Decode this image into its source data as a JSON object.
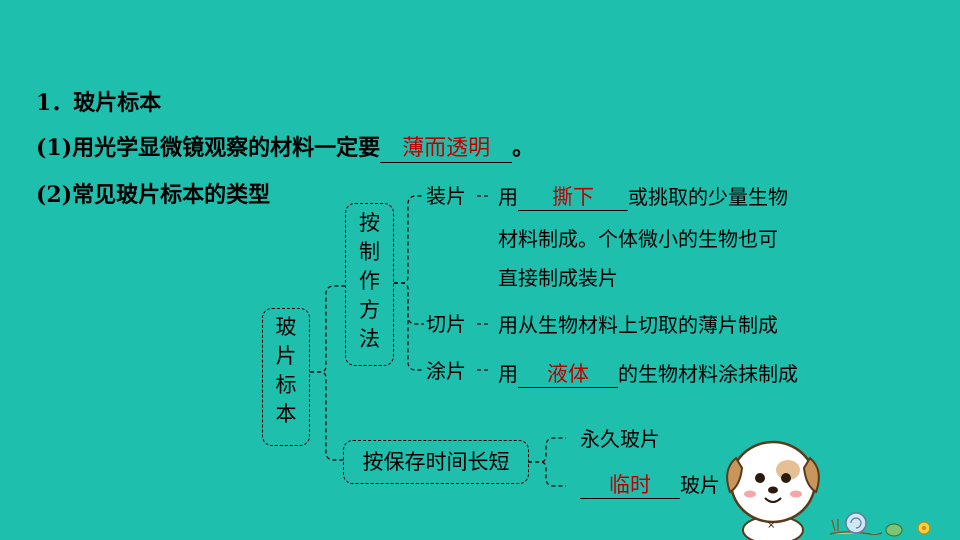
{
  "heading": "1．玻片标本",
  "line1": {
    "before": "(1)用光学显微镜观察的材料一定要",
    "answer": "薄而透明",
    "after": "。"
  },
  "line2": "(2)常见玻片标本的类型",
  "root": [
    "玻",
    "片",
    "标",
    "本"
  ],
  "branch_method": [
    "按",
    "制",
    "作",
    "方",
    "法"
  ],
  "branch_time": "按保存时间长短",
  "method": {
    "zhuang": {
      "name": "装片",
      "pre": "用",
      "answer": "撕下",
      "post": "或挑取的少量生物",
      "line2": "材料制成。个体微小的生物也可",
      "line3": "直接制成装片"
    },
    "qie": {
      "name": "切片",
      "text": "用从生物材料上切取的薄片制成"
    },
    "tu": {
      "name": "涂片",
      "pre": "用",
      "answer": "液体",
      "post": "的生物材料涂抹制成"
    }
  },
  "time": {
    "yongjiu": "永久玻片",
    "linshi": {
      "answer": "临时",
      "post": "玻片"
    }
  },
  "colors": {
    "background": "#1fbfae",
    "answer": "#c00000"
  }
}
